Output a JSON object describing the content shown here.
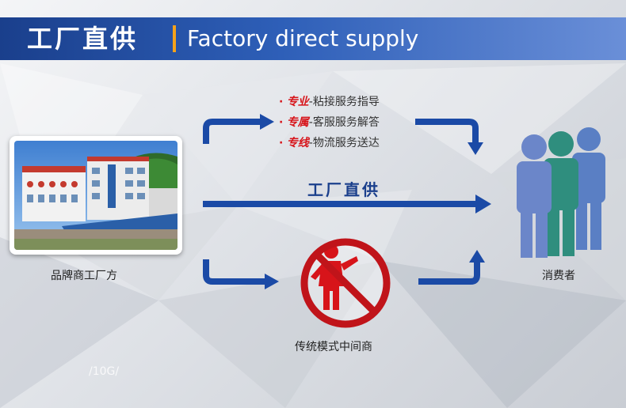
{
  "header": {
    "title_cn": "工厂直供",
    "title_en": "Factory direct supply"
  },
  "source": {
    "label": "品牌商工厂方"
  },
  "services": [
    {
      "bullet": "·",
      "key": "专业",
      "rest": "-粘接服务指导"
    },
    {
      "bullet": "·",
      "key": "专属",
      "rest": "-客服服务解答"
    },
    {
      "bullet": "·",
      "key": "专线",
      "rest": "-物流服务送达"
    }
  ],
  "direct": {
    "label": "工厂直供"
  },
  "middleman": {
    "label": "传统模式中间商"
  },
  "consumer": {
    "label": "消费者"
  },
  "watermark": {
    "text": "/10G/"
  },
  "colors": {
    "header_blue": "#1a3f8c",
    "arrow_blue": "#1b4aa6",
    "accent_red": "#d7141a",
    "accent_orange": "#f5a21b"
  },
  "icons": {
    "arrows": "flow-arrow-icon",
    "middleman": "no-middleman-icon",
    "consumers": "consumer-group-icon"
  }
}
